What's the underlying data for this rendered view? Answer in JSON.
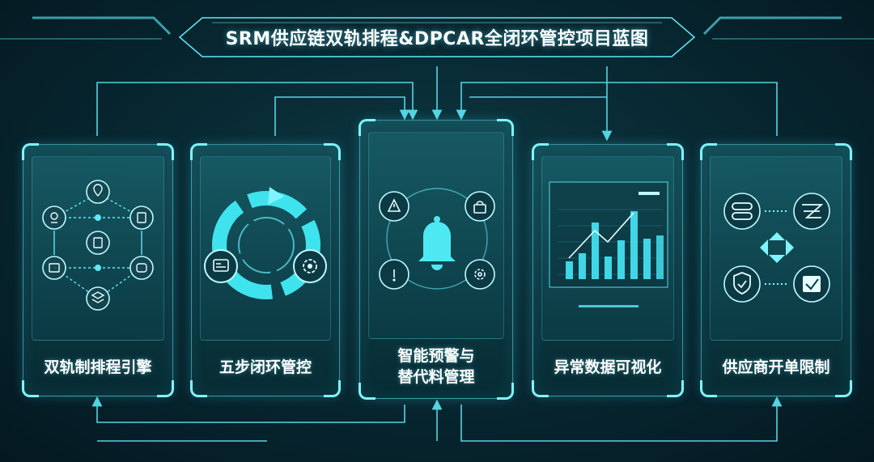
{
  "title": "SRM供应链双轨排程&DPCAR全闭环管控项目蓝图",
  "modules": [
    {
      "label": "双轨制排程引擎"
    },
    {
      "label": "五步闭环管控"
    },
    {
      "label_line1": "智能预警与",
      "label_line2": "替代料管理"
    },
    {
      "label": "异常数据可视化"
    },
    {
      "label": "供应商开单限制"
    }
  ],
  "colors": {
    "accent": "#5ee9f5",
    "background": "#06222b",
    "text": "#ffffff"
  },
  "icons": {
    "module1": [
      "location-pin-icon",
      "clipboard-icon",
      "scanner-icon",
      "layers-icon",
      "box-icon",
      "document-icon",
      "certificate-icon"
    ],
    "module2": [
      "cycle-arrows-icon",
      "dashboard-icon",
      "settings-cycle-icon"
    ],
    "module3": [
      "bell-icon",
      "warning-icon",
      "lock-icon",
      "info-icon",
      "gear-icon"
    ],
    "module4": [
      "bar-chart-icon",
      "trend-line-icon"
    ],
    "module5": [
      "toggle-switch-icon",
      "shuffle-icon",
      "shield-check-icon",
      "check-box-icon",
      "four-way-arrows-icon"
    ]
  }
}
